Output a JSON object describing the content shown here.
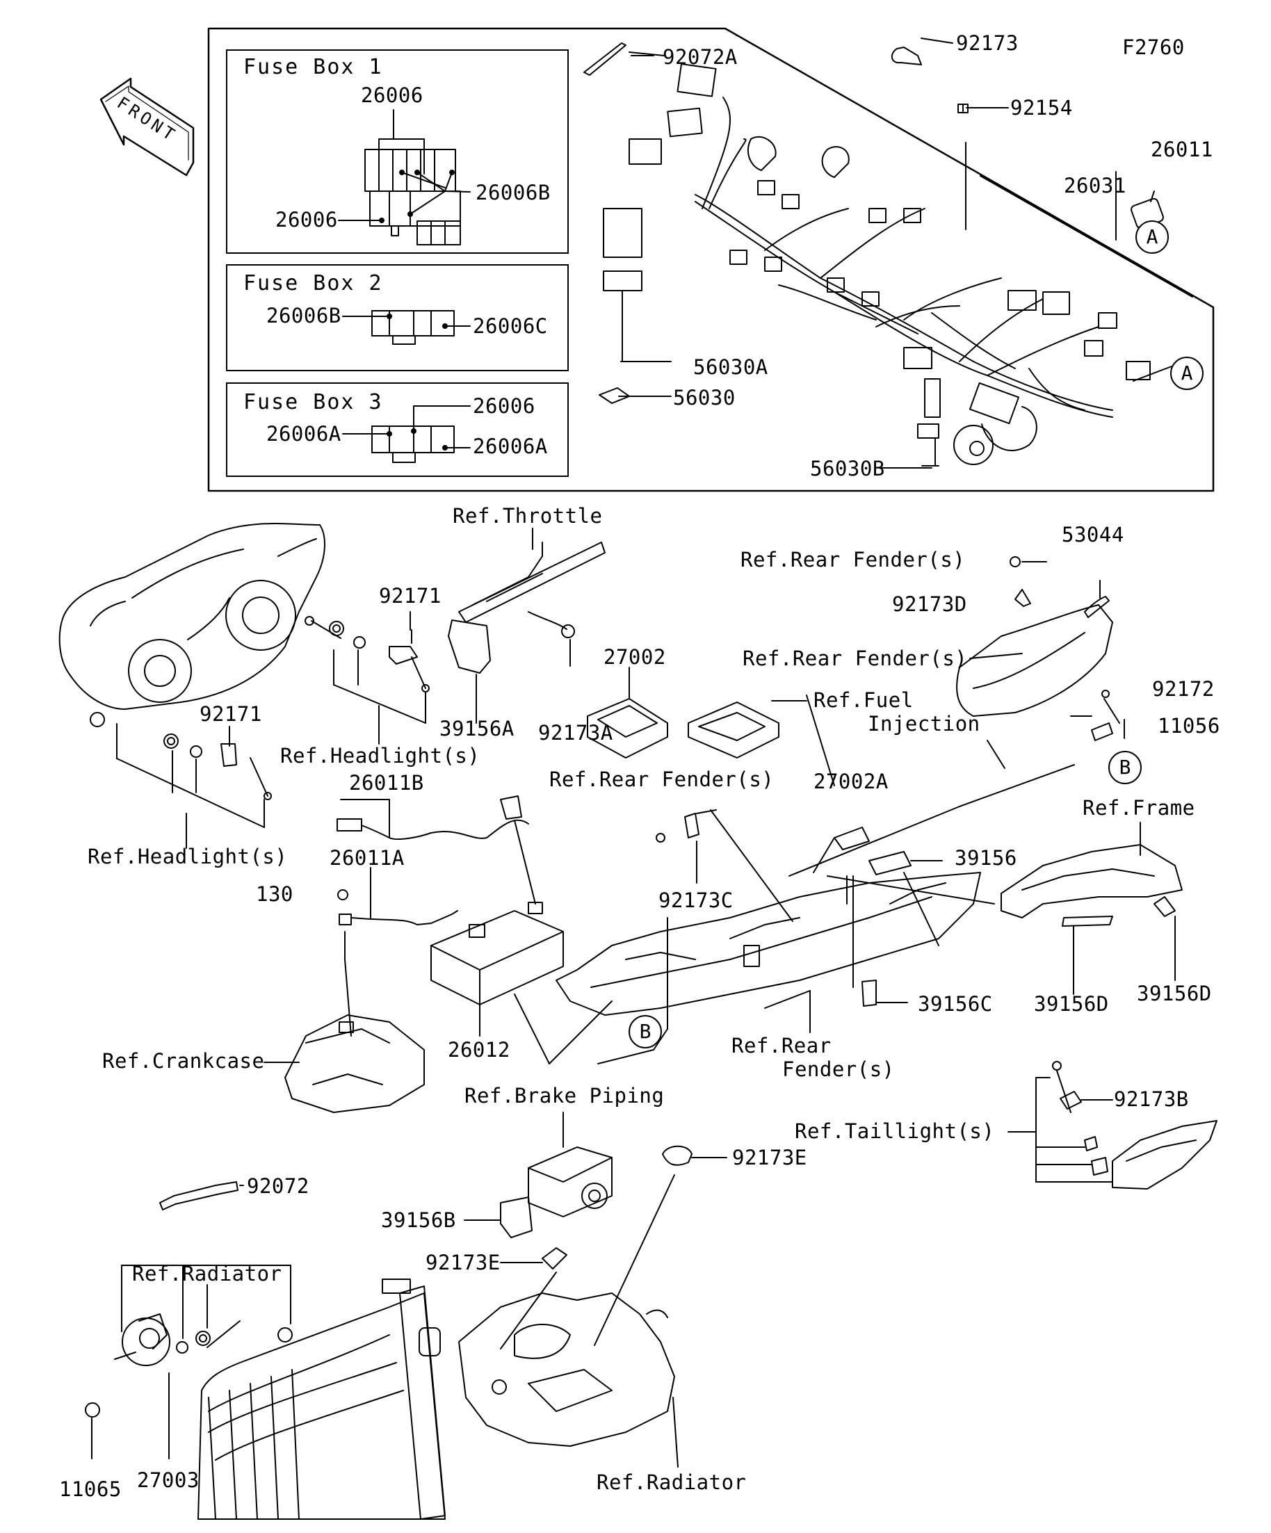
{
  "figure_id": "F2760",
  "front_label": "FRONT",
  "fuse_boxes": [
    {
      "title": "Fuse Box 1",
      "parts": [
        "26006",
        "26006B",
        "26006"
      ]
    },
    {
      "title": "Fuse Box 2",
      "parts": [
        "26006B",
        "26006C"
      ]
    },
    {
      "title": "Fuse Box 3",
      "parts": [
        "26006",
        "26006A",
        "26006A"
      ]
    }
  ],
  "harness_parts": [
    "92072A",
    "92173",
    "92154",
    "26011",
    "26031",
    "56030A",
    "56030",
    "56030B"
  ],
  "callouts": [
    "A",
    "A",
    "B",
    "B"
  ],
  "refs": {
    "throttle": "Ref.Throttle",
    "headlight_1": "Ref.Headlight(s)",
    "headlight_2": "Ref.Headlight(s)",
    "rear_fender_1": "Ref.Rear Fender(s)",
    "rear_fender_2": "Ref.Rear Fender(s)",
    "rear_fender_3": "Ref.Rear Fender(s)",
    "rear_fender_4a": "Ref.Rear",
    "rear_fender_4b": "Fender(s)",
    "fuel_a": "Ref.Fuel",
    "fuel_b": "Injection",
    "frame": "Ref.Frame",
    "crankcase": "Ref.Crankcase",
    "brake": "Ref.Brake Piping",
    "taillight": "Ref.Taillight(s)",
    "radiator_1": "Ref.Radiator",
    "radiator_2": "Ref.Radiator"
  },
  "parts": {
    "p92171a": "92171",
    "p92171b": "92171",
    "p39156A": "39156A",
    "p92173A": "92173A",
    "p27002": "27002",
    "p27002A": "27002A",
    "p53044": "53044",
    "p92173D": "92173D",
    "p92172": "92172",
    "p11056": "11056",
    "p26011B": "26011B",
    "p26011A": "26011A",
    "p130": "130",
    "p26012": "26012",
    "p92173C": "92173C",
    "p39156": "39156",
    "p39156C": "39156C",
    "p39156D_a": "39156D",
    "p39156D_b": "39156D",
    "p92173B": "92173B",
    "p92173E_a": "92173E",
    "p92173E_b": "92173E",
    "p92072": "92072",
    "p39156B": "39156B",
    "p11065": "11065",
    "p27003": "27003"
  }
}
